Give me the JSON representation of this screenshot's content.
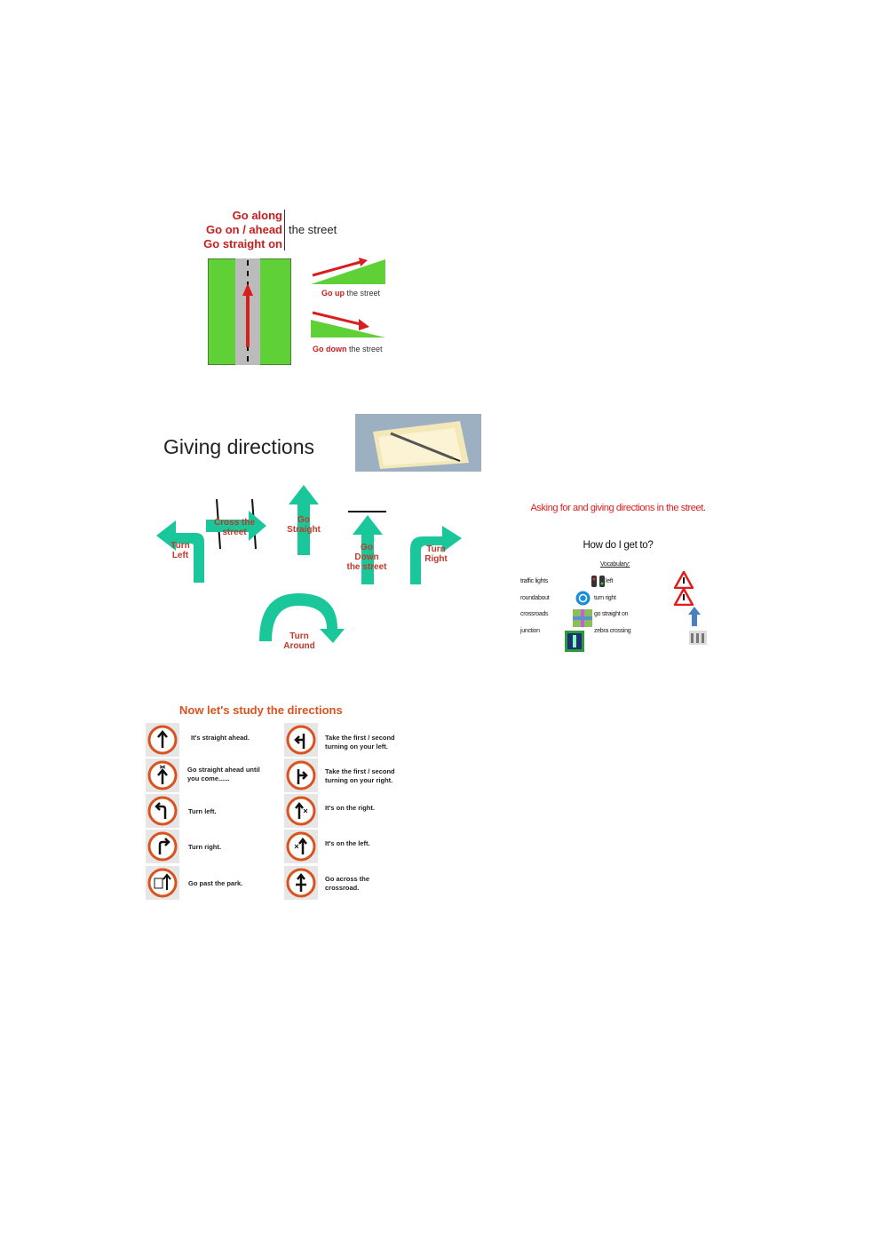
{
  "street_section": {
    "go_lines": [
      "Go along",
      "Go on / ahead",
      "Go straight on"
    ],
    "the_street": "the street",
    "go_up": {
      "bold": "Go up",
      "rest": "the street"
    },
    "go_down": {
      "bold": "Go down",
      "rest": "the street"
    }
  },
  "giving_directions": {
    "title": "Giving directions",
    "labels": {
      "turn_left": "Turn\nLeft",
      "cross": "Cross the\nstreet",
      "go_straight": "Go\nStraight",
      "go_down": "Go\nDown\nthe street",
      "turn_right": "Turn\nRight",
      "turn_around": "Turn\nAround"
    }
  },
  "asking": {
    "title": "Asking for and giving directions in the street.",
    "question": "How do I get to?",
    "vocab_label": "Vocabulary:",
    "vocab_left": [
      "traffic lights",
      "roundabout",
      "crossroads",
      "junction"
    ],
    "vocab_right": [
      "left",
      "turn right",
      "go straight on",
      "zebra crossing"
    ]
  },
  "study": {
    "title": "Now let's study the directions",
    "left": [
      "It's straight ahead.",
      "Go straight ahead until you come......",
      "Turn left.",
      "Turn right.",
      "Go past the park."
    ],
    "right": [
      "Take the first / second turning on your left.",
      "Take the first / second turning on your right.",
      "It's on the right.",
      "It's on the left.",
      "Go across the crossroad."
    ]
  },
  "colors": {
    "red": "#c81e1e",
    "green": "#5fd136",
    "teal": "#19c79a",
    "orange": "#d9531e"
  }
}
